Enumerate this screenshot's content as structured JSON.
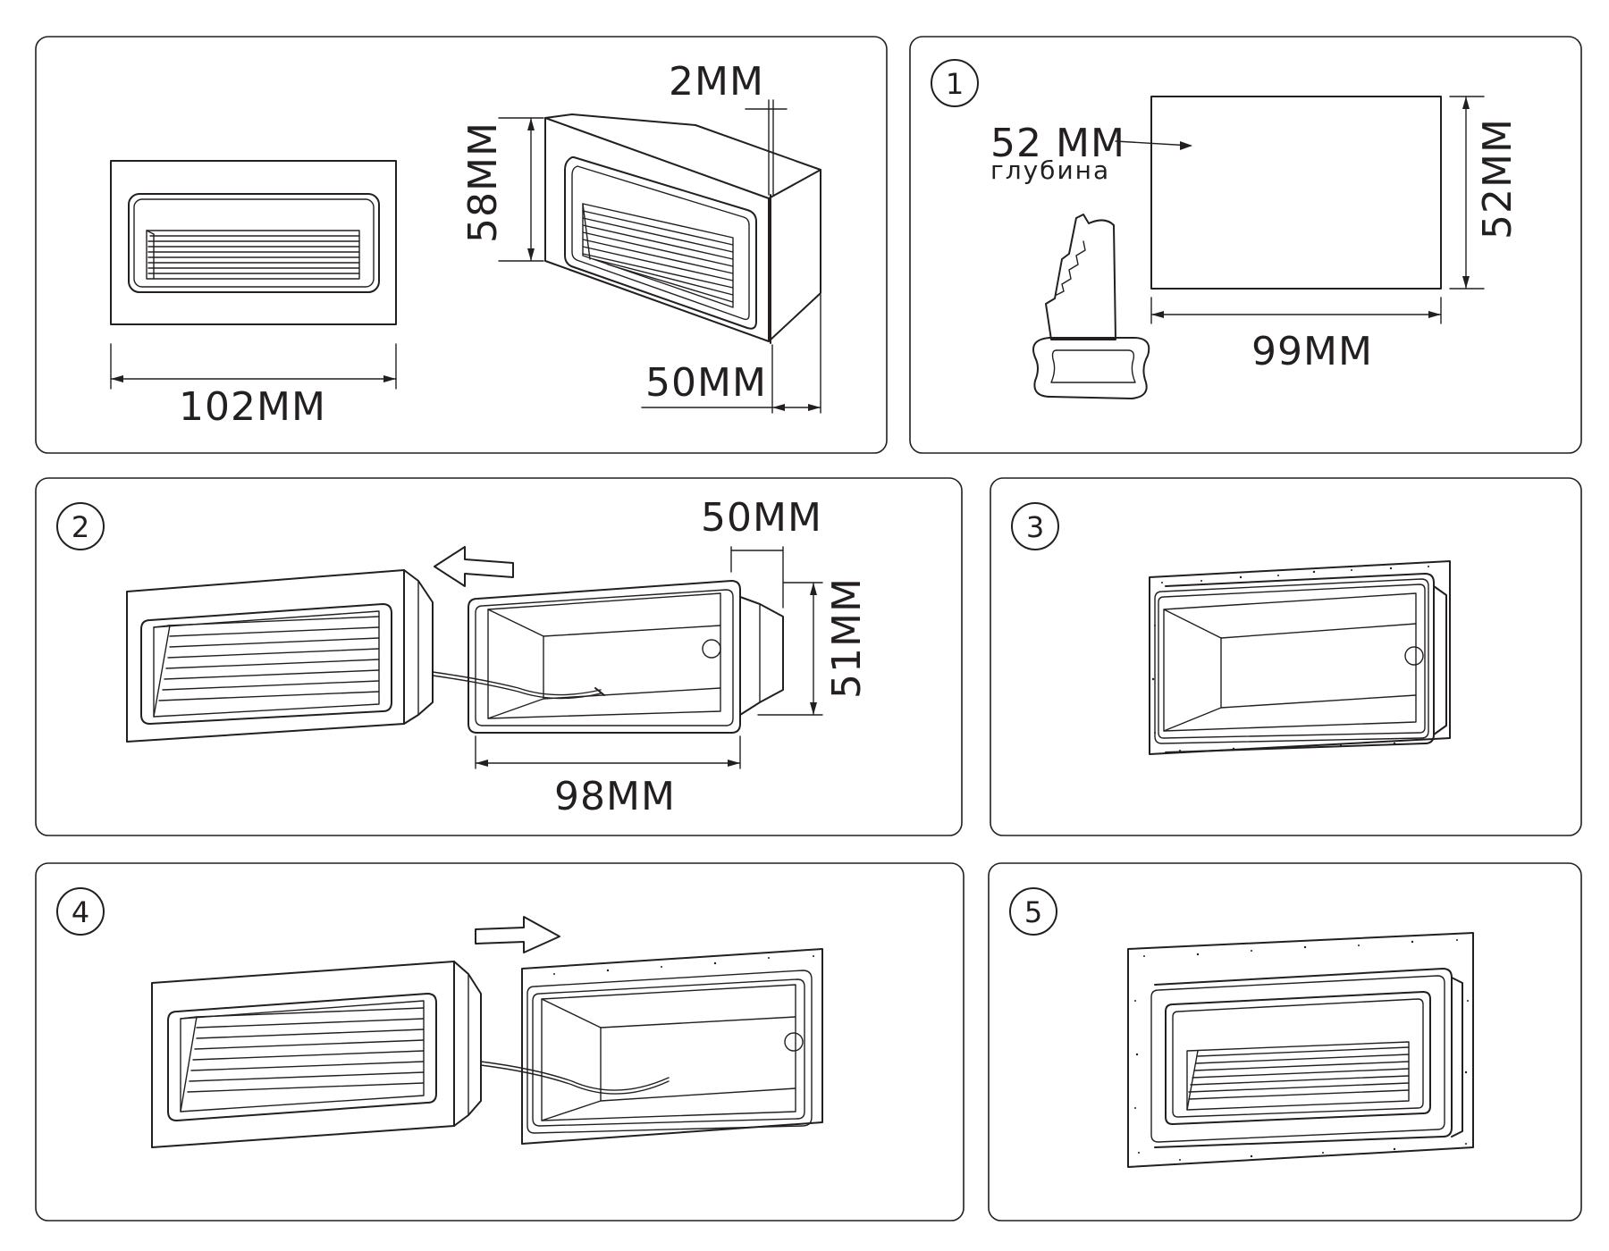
{
  "panel_dims": {
    "width_label": "102MM",
    "height_label": "58MM",
    "flange_label": "2MM",
    "depth_label": "50MM"
  },
  "step1": {
    "number": "1",
    "depth_value": "52 MM",
    "depth_word": "глубина",
    "width_label": "99MM",
    "height_label": "52MM"
  },
  "step2": {
    "number": "2",
    "depth_label": "50MM",
    "height_label": "51MM",
    "width_label": "98MM"
  },
  "step3": {
    "number": "3"
  },
  "step4": {
    "number": "4"
  },
  "step5": {
    "number": "5"
  }
}
